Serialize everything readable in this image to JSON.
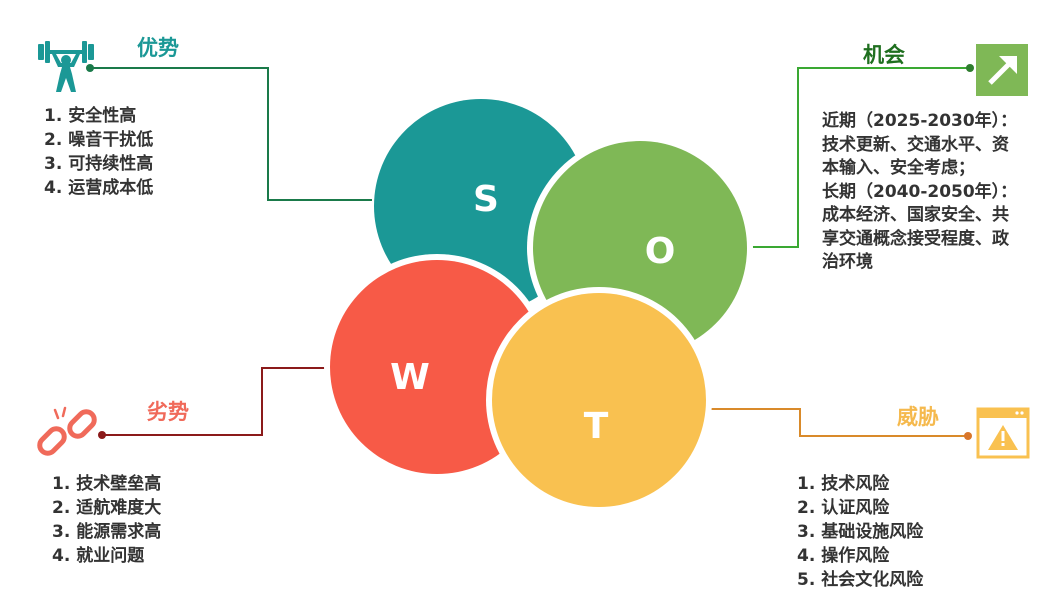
{
  "colors": {
    "strength": "#1b9896",
    "opportunity": "#7fb856",
    "weakness": "#f75a47",
    "threat": "#f9c150",
    "strength_title": "#1b9896",
    "opportunity_title": "#1f6f1f",
    "weakness_title": "#f06a5a",
    "threat_title": "#f5b94d"
  },
  "strength": {
    "letter": "S",
    "title": "优势",
    "icon": "weightlifter-icon",
    "items": [
      "1. 安全性高",
      "2. 噪音干扰低",
      "3. 可持续性高",
      "4. 运营成本低"
    ]
  },
  "opportunity": {
    "letter": "O",
    "title": "机会",
    "icon": "trend-up-arrow-icon",
    "lines": [
      "近期（2025-2030年）：",
      "技术更新、交通水平、资",
      "本输入、安全考虑；",
      "长期（2040-2050年）：",
      "成本经济、国家安全、共",
      "享交通概念接受程度、政",
      "治环境"
    ]
  },
  "weakness": {
    "letter": "W",
    "title": "劣势",
    "icon": "broken-chain-icon",
    "items": [
      "1. 技术壁垒高",
      "2. 适航难度大",
      "3. 能源需求高",
      "4. 就业问题"
    ]
  },
  "threat": {
    "letter": "T",
    "title": "威胁",
    "icon": "warning-window-icon",
    "items": [
      "1. 技术风险",
      "2. 认证风险",
      "3. 基础设施风险",
      "4. 操作风险",
      "5. 社会文化风险"
    ]
  }
}
